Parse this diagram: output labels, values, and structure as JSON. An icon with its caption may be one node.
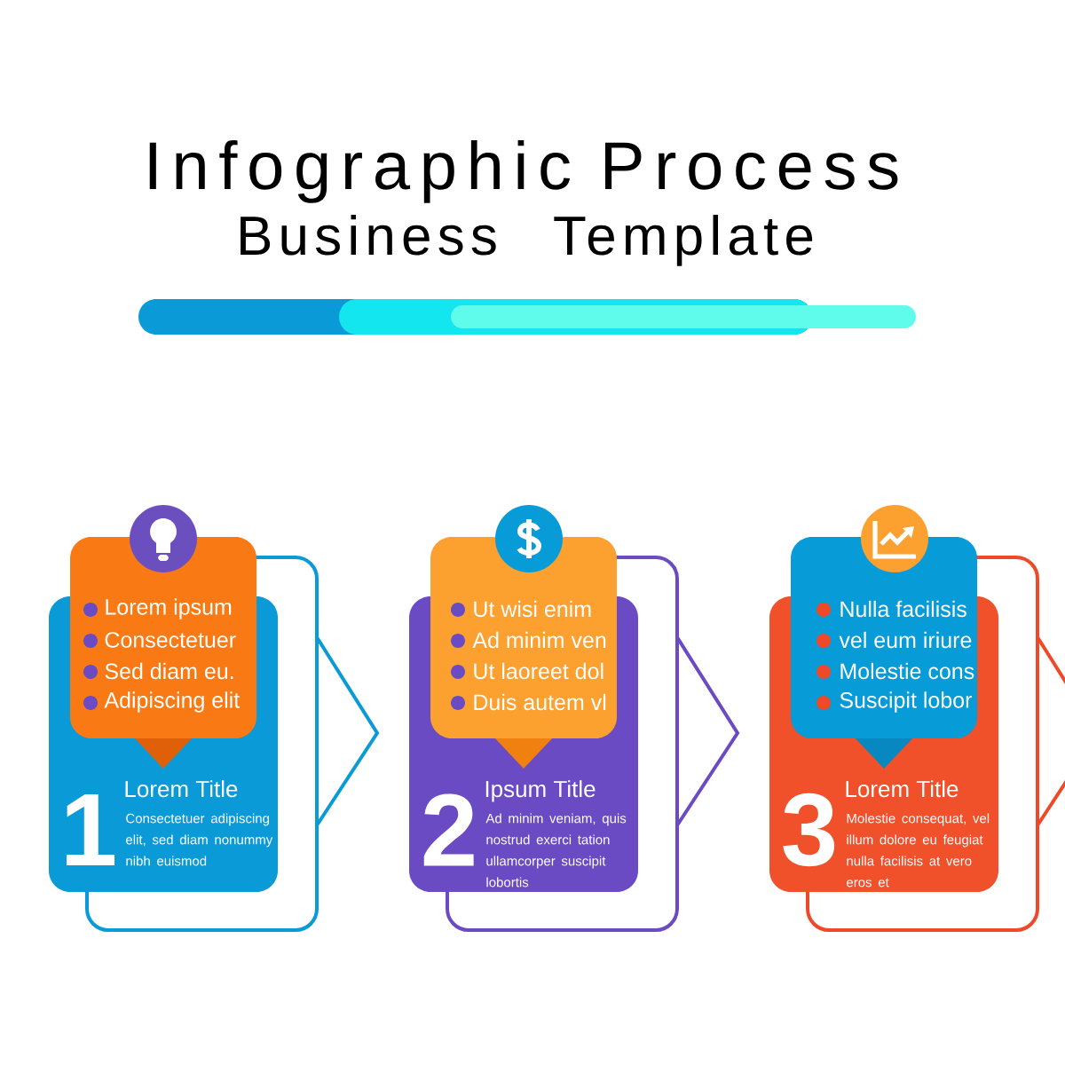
{
  "diagram": {
    "title": "Infographic Process",
    "nodes": [
      {
        "text": [
          "Lorem ipsum",
          "Consectetuer",
          "Sed diam eu.",
          "Adipiscing elit"
        ]
      },
      {
        "text": [
          "1",
          "Lorem Title",
          "Consectetuer adipiscing elit, sed diam nonummy nibh euismod"
        ]
      },
      {
        "text": [
          "Ut wisi enim",
          "Ad minim ven",
          "Ut laoreet dol",
          "Duis autem vl"
        ]
      },
      {
        "text": [
          "2",
          "Ipsum Title",
          "Ad minim veniam, quis nostrud exerci tation ullamcorper suscipit lobortis"
        ]
      },
      {
        "text": [
          "Nulla facilisis",
          "vel eum iriure",
          "Molestie cons",
          "Suscipit lobor"
        ]
      },
      {
        "text": [
          "3",
          "Lorem Title",
          "Molestie consequat, vel illum dolore eu feugiat nulla facilisis at vero eros et"
        ]
      }
    ],
    "labels": [
      "Business Template"
    ]
  }
}
